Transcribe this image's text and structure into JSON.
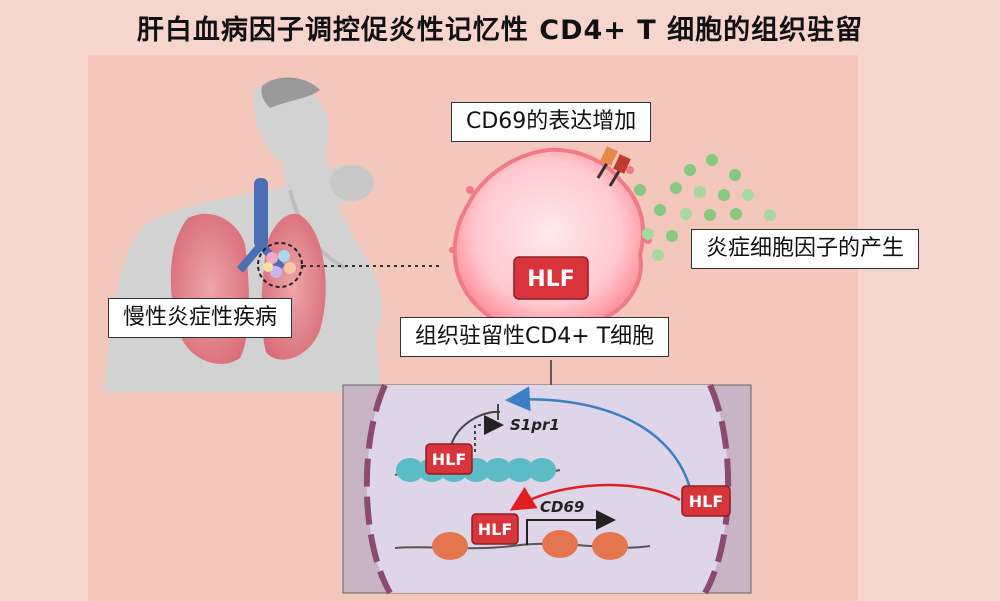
{
  "title": "肝白血病因子调控促炎性记忆性 CD4+ T 细胞的组织驻留",
  "labels": {
    "cd69_increase": "CD69的表达增加",
    "cytokine_production": "炎症细胞因子的产生",
    "chronic_disease": "慢性炎症性疾病",
    "trm_cell": "组织驻留性CD4+ T细胞"
  },
  "cell": {
    "hlf_box": "HLF"
  },
  "nucleus": {
    "gene_s1pr1": "S1pr1",
    "gene_cd69": "CD69",
    "hlf_upper": "HLF",
    "hlf_lower": "HLF",
    "hlf_external": "HLF"
  },
  "colors": {
    "background": "#f6d5cc",
    "panel": "#f3c7bb",
    "hlf_red": "#d9343b",
    "nucleus": "#ded6e8",
    "histone_teal": "#5bbcc8",
    "histone_orange": "#e4764f",
    "repress_arrow": "#3b7fc4",
    "activate_arrow": "#e02020"
  }
}
